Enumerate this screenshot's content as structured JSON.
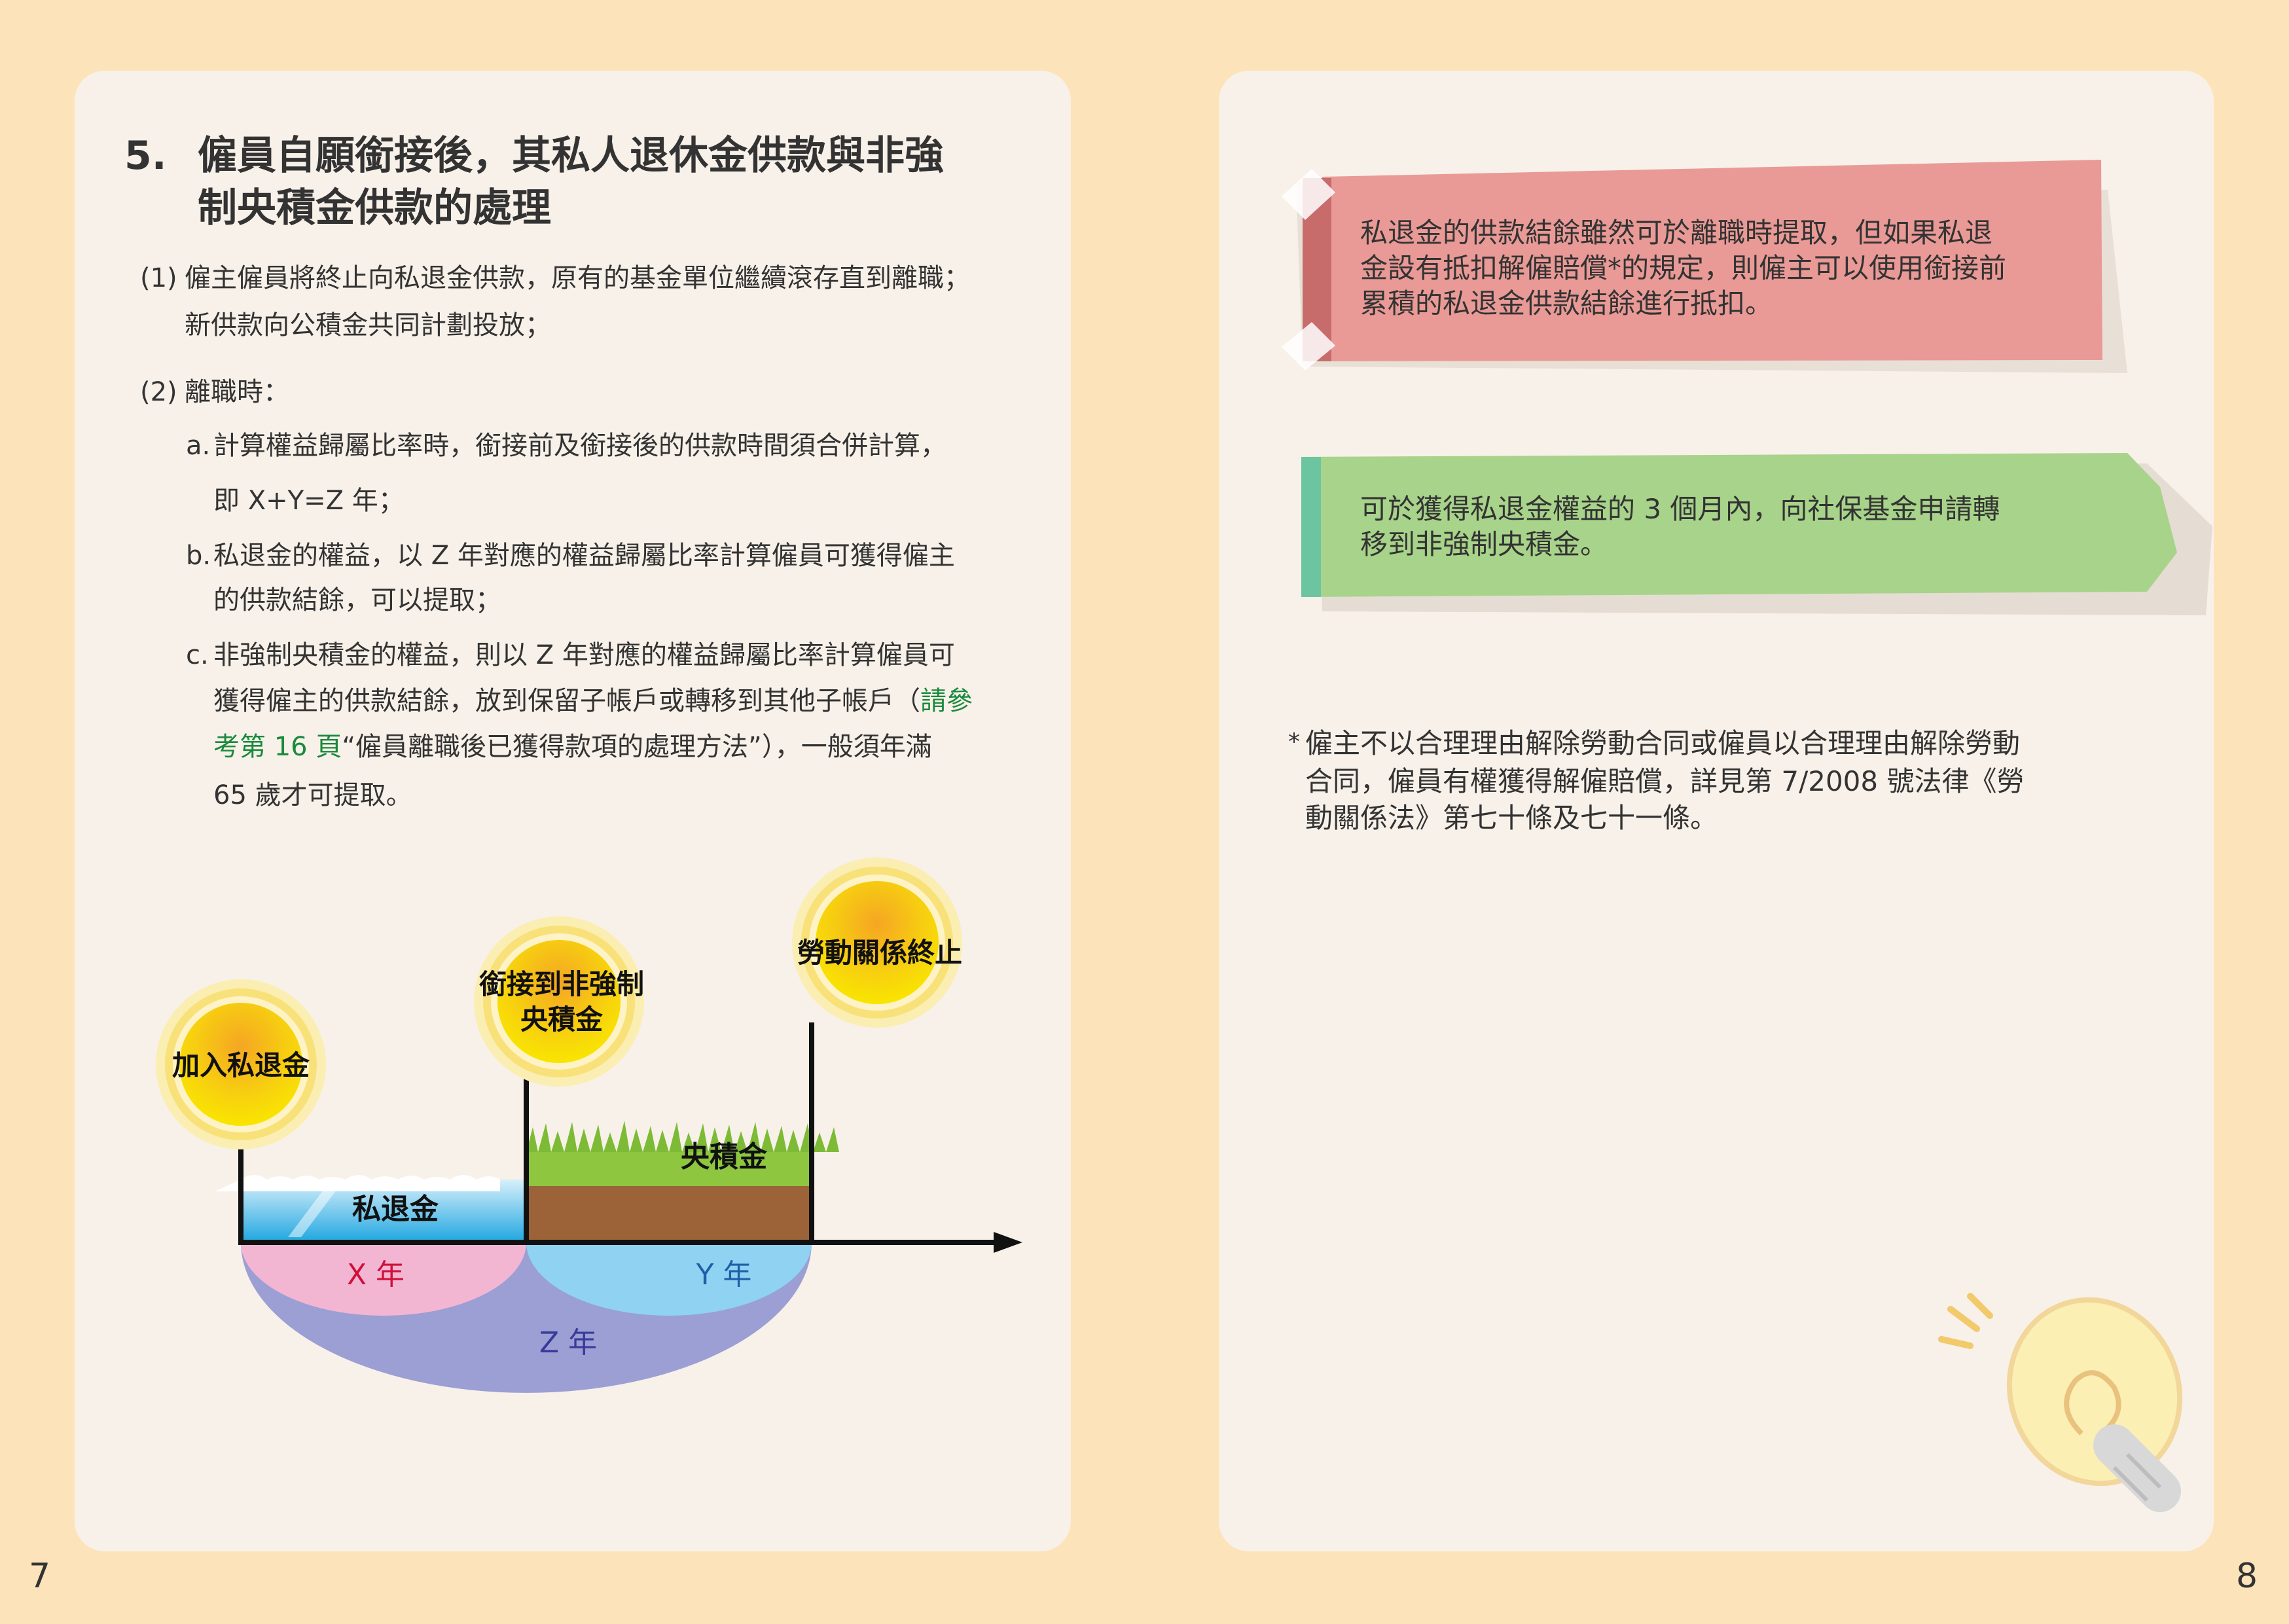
{
  "page_left_number": "7",
  "page_right_number": "8",
  "heading": {
    "number": "5.",
    "line1": "僱員自願銜接後，其私人退休金供款與非強",
    "line2": "制央積金供款的處理"
  },
  "items": {
    "item1": {
      "marker": "(1)",
      "line1": "僱主僱員將終止向私退金供款，原有的基金單位繼續滾存直到離職；",
      "line2": "新供款向公積金共同計劃投放；"
    },
    "item2": {
      "marker": "(2)",
      "title": "離職時：",
      "a": {
        "marker": "a.",
        "line1": "計算權益歸屬比率時，銜接前及銜接後的供款時間須合併計算，",
        "line2": "即 X+Y=Z 年；"
      },
      "b": {
        "marker": "b.",
        "line1": "私退金的權益，以 Z 年對應的權益歸屬比率計算僱員可獲得僱主",
        "line2": "的供款結餘，可以提取；"
      },
      "c": {
        "marker": "c.",
        "line1": "非強制央積金的權益，則以 Z 年對應的權益歸屬比率計算僱員可",
        "line2_pre": "獲得僱主的供款結餘，放到保留子帳戶或轉移到其他子帳戶（",
        "line2_link": "請參",
        "line3_link": "考第 16 頁",
        "line3_post": "“僱員離職後已獲得款項的處理方法”），一般須年滿",
        "line4": "65 歲才可提取。"
      }
    }
  },
  "diagram": {
    "circle_join": "加入私退金",
    "circle_transfer_line1": "銜接到非強制",
    "circle_transfer_line2": "央積金",
    "circle_end": "勞動關係終止",
    "bar_private": "私退金",
    "bar_central": "央積金",
    "arc_x": "X 年",
    "arc_y": "Y 年",
    "arc_z": "Z 年"
  },
  "notes": {
    "red_line1": "私退金的供款結餘雖然可於離職時提取，但如果私退",
    "red_line2": "金設有抵扣解僱賠償*的規定，則僱主可以使用銜接前",
    "red_line3": "累積的私退金供款結餘進行抵扣。",
    "green_line1": "可於獲得私退金權益的 3 個月內，向社保基金申請轉",
    "green_line2": "移到非強制央積金。",
    "footnote_mark": "*",
    "footnote_line1": "僱主不以合理理由解除勞動合同或僱員以合理理由解除勞動",
    "footnote_line2": "合同，僱員有權獲得解僱賠償，詳見第 7/2008 號法律《勞",
    "footnote_line3": "動關係法》第七十條及七十一條。"
  },
  "colors": {
    "background": "#fde3b9",
    "panel": "#f8f1e9",
    "red_note": "#e99a96",
    "green_note": "#a8d38a",
    "link_green": "#1a8a3c"
  }
}
